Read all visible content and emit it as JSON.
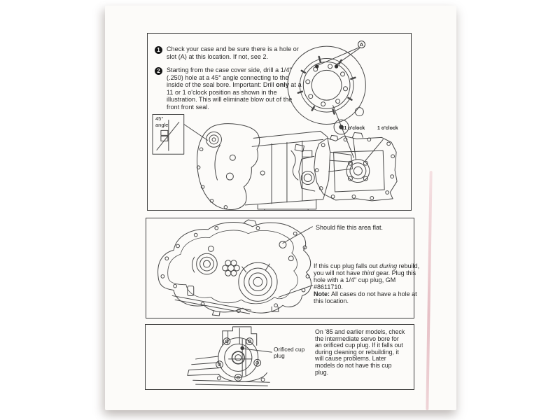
{
  "sheet": {
    "description": "Transmission case drilling and cup plug instruction sheet",
    "ink_color": "#3e3e3e",
    "paper_color": "#fcfbf9",
    "edge_tint_color": "#e2b6bd"
  },
  "drill_section": {
    "step1": {
      "number": "1",
      "text": "Check your case and be sure there is a hole or slot (A) at this location. If not, see 2."
    },
    "step2": {
      "number": "2",
      "pre": "Starting from the case cover side, drill a 1/4\" (.250) hole at a 45° angle connecting to the inside of the seal bore. Important: Drill ",
      "bold": "only",
      "post": " at a 11 or 1 o'clock position as shown in the illustration. This will eliminate blow out of the front front seal."
    },
    "labels": {
      "point_a": "A",
      "angle_inset": "45° angle",
      "clock_11": "11 o'clock",
      "clock_1": "1 o'clock"
    }
  },
  "file_section": {
    "flat_label": "Should file this area flat.",
    "plug_note": {
      "p1": "If this cup plug falls out ",
      "i1": "during",
      "p2": " rebuild, you will not have ",
      "i2": "third",
      "p3": " gear. Plug this hole with a 1/4\" cup plug, GM #8611710.",
      "note_bold": "Note:",
      "note_rest": " All cases do not have a hole at this location."
    }
  },
  "servo_section": {
    "orificed_label": "Orificed cup plug",
    "text": "On '85 and earlier models, check the intermediate servo bore for an orificed cup plug. If it falls out during cleaning or rebuilding, it will cause problems. Later models do not have this cup plug."
  }
}
